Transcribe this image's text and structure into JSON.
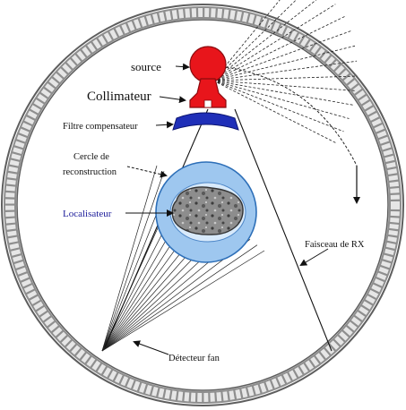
{
  "labels": {
    "source": "source",
    "collimator": "Collimateur",
    "compensating_filter": "Filtre compensateur",
    "reconstruction_circle_line1": "Cercle de",
    "reconstruction_circle_line2": "reconstruction",
    "locator": "Localisateur",
    "xray_beam": "Faisceau de RX",
    "fan_detector": "Détecteur fan"
  },
  "colors": {
    "source": "#e8151b",
    "filter": "#1f2fb8",
    "reconstruction_circle": "#9ec7ef",
    "reconstruction_circle_edge": "#2d6fb8",
    "object": "#8a8a8a",
    "detector_ring": "#7a7a7a",
    "detector_cell": "#d9d9d9",
    "locator_label": "#1a1a99"
  }
}
